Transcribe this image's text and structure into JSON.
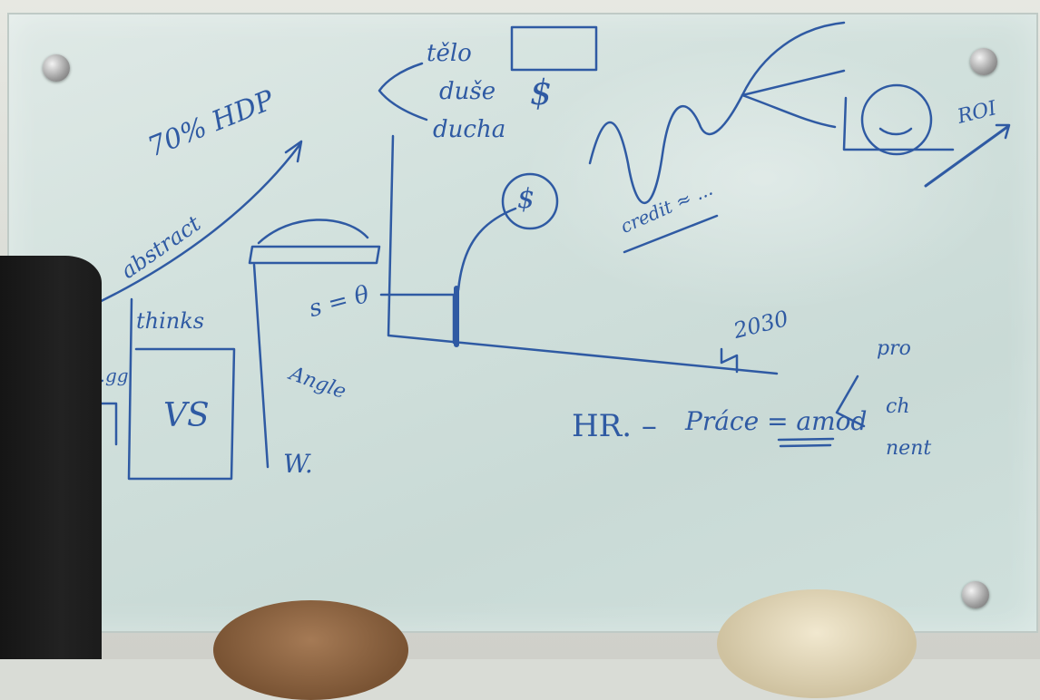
{
  "scene": {
    "whiteboard_text": {
      "telo": "tělo",
      "duse": "duše",
      "ducha": "ducha",
      "dollar_top": "$",
      "hdp": "70% HDP",
      "abstract": "abstract",
      "thinks": "thinks",
      "vs": "VS",
      "s_eq": "s = θ",
      "angle": "Angle",
      "w": "W.",
      "dollar_circle": "$",
      "credit": "credit ≈ ...",
      "roi": "ROI",
      "year": "2030",
      "formula_hr": "HR. –",
      "formula_rest": "Práce = amod",
      "right_list": [
        "pro",
        "ch",
        "nent"
      ],
      "corner_left": "…gg"
    },
    "colors": {
      "marker": "#2f5aa3",
      "board": "#d3e2de"
    }
  }
}
